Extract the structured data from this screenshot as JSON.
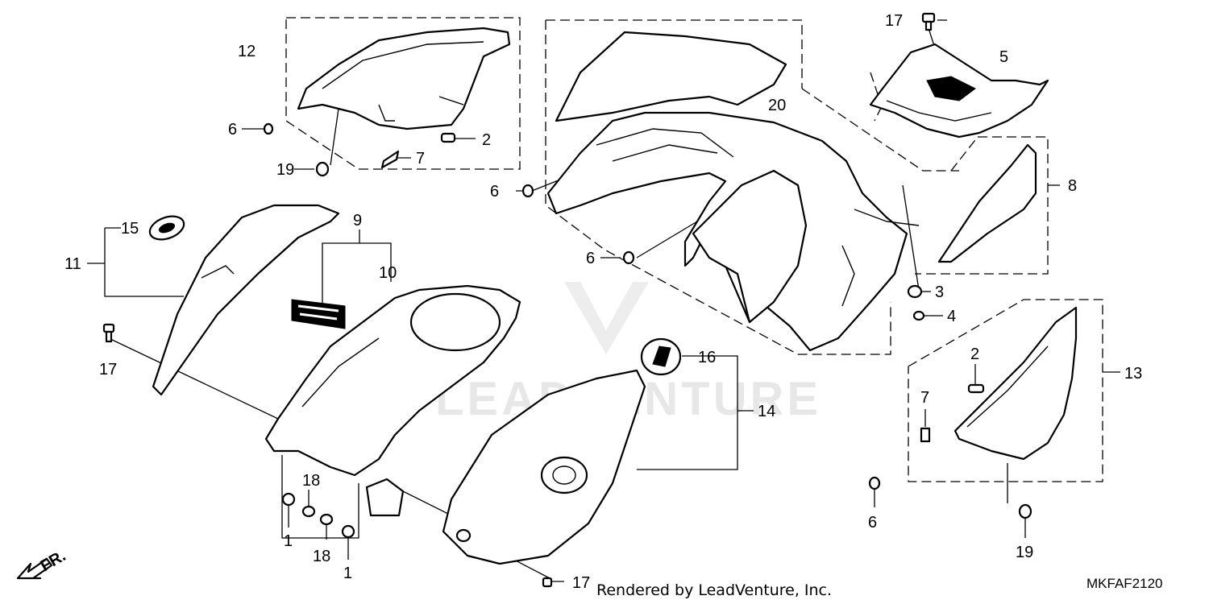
{
  "diagram": {
    "callouts": {
      "c1a": "1",
      "c1b": "1",
      "c2a": "2",
      "c2b": "2",
      "c3": "3",
      "c4": "4",
      "c5": "5",
      "c6a": "6",
      "c6b": "6",
      "c6c": "6",
      "c6d": "6",
      "c7a": "7",
      "c7b": "7",
      "c8": "8",
      "c9": "9",
      "c10": "10",
      "c11": "11",
      "c12": "12",
      "c13": "13",
      "c14": "14",
      "c15": "15",
      "c16": "16",
      "c17a": "17",
      "c17b": "17",
      "c17c": "17",
      "c18a": "18",
      "c18b": "18",
      "c19a": "19",
      "c19b": "19",
      "c20": "20"
    },
    "front_marker": "FR.",
    "watermark_text": "LEADVENTURE",
    "footer": "Rendered by LeadVenture, Inc.",
    "diagram_code": "MKFAF2120"
  }
}
